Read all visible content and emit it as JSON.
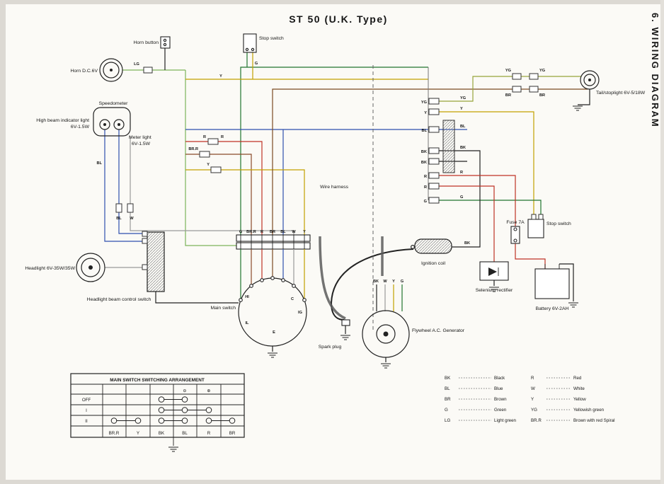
{
  "page": {
    "title": "ST 50 (U.K. Type)",
    "side_title": "6. WIRING DIAGRAM"
  },
  "labels": {
    "horn_button": "Horn button",
    "horn": "Horn D.C.6V",
    "stop_switch_top": "Stop switch",
    "speedometer": "Speedometer",
    "high_beam_line1": "High beam indicator light",
    "high_beam_line2": "6V-1.5W",
    "meter_light_line1": "Meter light",
    "meter_light_line2": "6V-1.5W",
    "headlight": "Headlight 6V-35W/35W",
    "beam_switch": "Headlight beam control switch",
    "main_switch": "Main switch",
    "wire_harness": "Wire harness",
    "spark_plug": "Spark plug",
    "ignition_coil": "Ignition coil",
    "generator": "Flywheel A.C. Generator",
    "rectifier": "Selenium rectifier",
    "fuse": "Fuse 7A",
    "stop_switch_right": "Stop switch",
    "battery": "Battery 6V-2AH",
    "tail_light": "Tail/stoplight 6V-5/18W"
  },
  "wires": [
    "LG",
    "Y",
    "G",
    "YG",
    "YG",
    "BR",
    "BR",
    "YG",
    "Y",
    "BL",
    "BK",
    "BK",
    "R",
    "R",
    "G",
    "YG",
    "Y",
    "BL",
    "BK",
    "R",
    "G",
    "R",
    "R",
    "BR.R",
    "Y",
    "BL",
    "W",
    "BL",
    "G",
    "BR.R",
    "R",
    "BR",
    "BL",
    "W",
    "Y",
    "BK",
    "W",
    "Y",
    "G",
    "HI",
    "C",
    "IG",
    "IL",
    "E",
    "BK"
  ],
  "legend": {
    "left": [
      {
        "code": "BK",
        "name": "Black"
      },
      {
        "code": "BL",
        "name": "Blue"
      },
      {
        "code": "BR",
        "name": "Brown"
      },
      {
        "code": "G",
        "name": "Green"
      },
      {
        "code": "LG",
        "name": "Light green"
      }
    ],
    "right": [
      {
        "code": "R",
        "name": "Red"
      },
      {
        "code": "W",
        "name": "White"
      },
      {
        "code": "Y",
        "name": "Yellow"
      },
      {
        "code": "YG",
        "name": "Yellowish green"
      },
      {
        "code": "BR.R",
        "name": "Brown with red Spiral"
      }
    ]
  },
  "switch_table": {
    "title": "MAIN SWITCH SWITCHING ARRANGEMENT",
    "rows": [
      "OFF",
      "I",
      "II"
    ],
    "cols": [
      "BR.R",
      "Y",
      "BK",
      "BL",
      "R",
      "BR"
    ],
    "minus": "⊖",
    "plus": "⊕"
  },
  "colors": {
    "BK": "#222222",
    "BL": "#2f4fae",
    "BR": "#7b4a21",
    "G": "#20742f",
    "LG": "#7cb45a",
    "R": "#bf3226",
    "W": "#9a9a9a",
    "Y": "#c2a100",
    "YG": "#97a33b",
    "BR.R": "#8a4a2a"
  }
}
